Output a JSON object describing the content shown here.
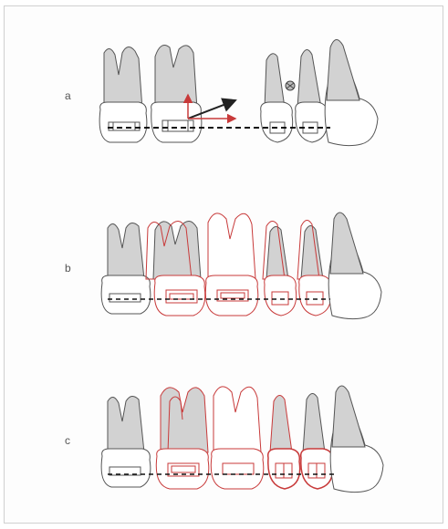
{
  "panels": [
    {
      "label": "a"
    },
    {
      "label": "b"
    },
    {
      "label": "c"
    }
  ],
  "colors": {
    "outline": "#555555",
    "shaded": "#d2d2d2",
    "red": "#c83a3a",
    "arrow_black": "#222222",
    "frame": "#d0d0d0"
  },
  "icons": [
    "mini-screw-icon",
    "vertical-force-arrow",
    "oblique-force-arrow",
    "horizontal-force-arrow"
  ]
}
